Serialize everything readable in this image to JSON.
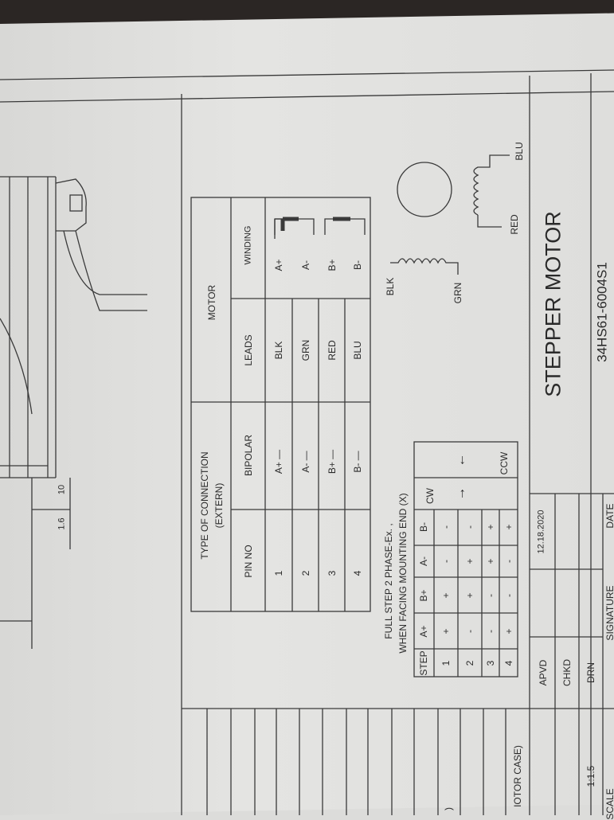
{
  "connection_table": {
    "header_type": "TYPE OF CONNECTION",
    "header_extern": "(EXTERN)",
    "header_motor": "MOTOR",
    "col_pin": "PIN NO",
    "col_bipolar": "BIPOLAR",
    "col_leads": "LEADS",
    "col_winding": "WINDING",
    "rows": [
      {
        "pin": "1",
        "bipolar": "A+ —",
        "lead": "BLK",
        "winding": "A+"
      },
      {
        "pin": "2",
        "bipolar": "A- —",
        "lead": "GRN",
        "winding": "A-"
      },
      {
        "pin": "3",
        "bipolar": "B+ —",
        "lead": "RED",
        "winding": "B+"
      },
      {
        "pin": "4",
        "bipolar": "B- —",
        "lead": "BLU",
        "winding": "B-"
      }
    ]
  },
  "step_table": {
    "caption_1": "FULL STEP  2 PHASE-Ex. ,",
    "caption_2": "WHEN FACING MOUNTING END (X)",
    "headers": [
      "STEP",
      "A+",
      "B+",
      "A-",
      "B-"
    ],
    "rows": [
      [
        "1",
        "+",
        "+",
        "-",
        "-"
      ],
      [
        "2",
        "-",
        "+",
        "+",
        "-"
      ],
      [
        "3",
        "-",
        "-",
        "+",
        "+"
      ],
      [
        "4",
        "+",
        "-",
        "-",
        "+"
      ]
    ],
    "cw": "CW",
    "ccw": "CCW",
    "cw_arrow": "→",
    "ccw_arrow": "←"
  },
  "diagram": {
    "blk": "BLK",
    "grn": "GRN",
    "red": "RED",
    "blu": "BLU",
    "dim_1": "1.6",
    "dim_2": "10"
  },
  "title_block": {
    "title": "STEPPER MOTOR",
    "part_no": "34HS61-6004S1",
    "apvd": "APVD",
    "chkd": "CHKD",
    "drn": "DRN",
    "date_value": "12.18.2020",
    "scale_value": "1:1.5",
    "scale": "SCALE",
    "signature": "SIGNATURE",
    "date": "DATE",
    "motor_case": "IOTOR CASE)",
    "paren": ")"
  }
}
